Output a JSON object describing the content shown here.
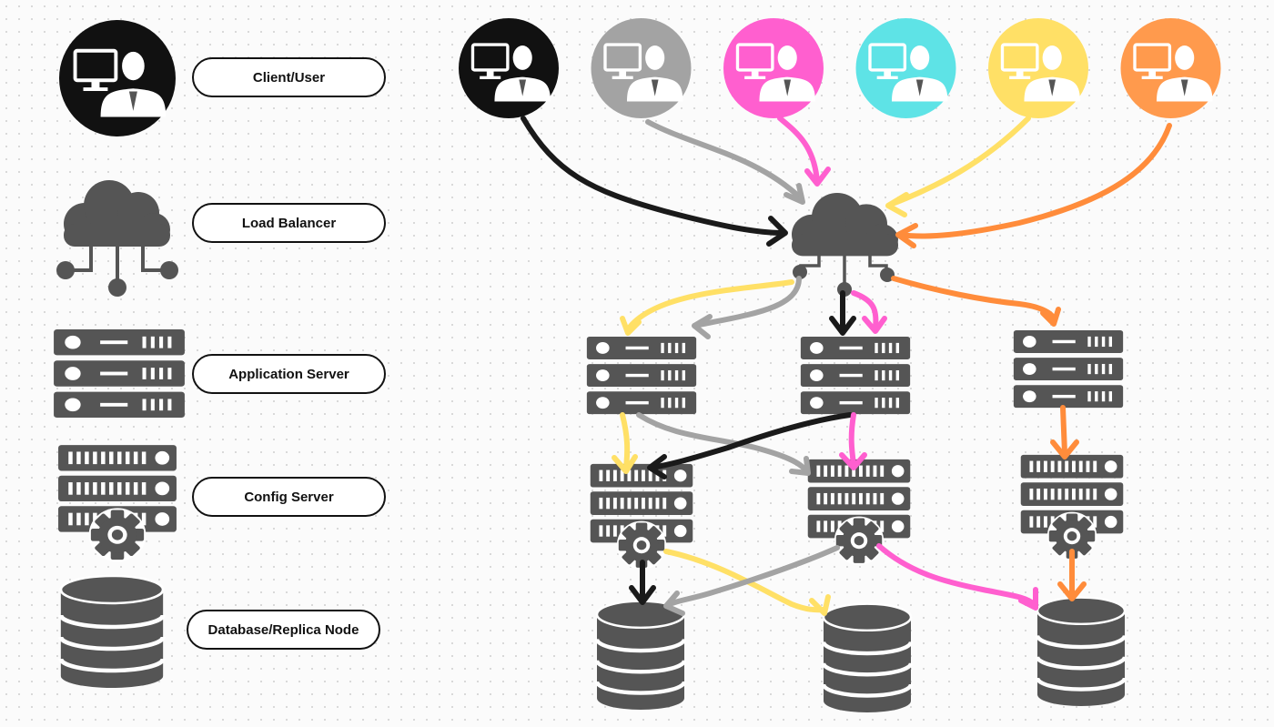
{
  "legend": [
    {
      "key": "client",
      "icon": "client-user-icon",
      "label": "Client/User"
    },
    {
      "key": "lb",
      "icon": "load-balancer-cloud-icon",
      "label": "Load Balancer"
    },
    {
      "key": "app",
      "icon": "application-server-icon",
      "label": "Application Server"
    },
    {
      "key": "config",
      "icon": "config-server-icon",
      "label": "Config Server"
    },
    {
      "key": "db",
      "icon": "database-icon",
      "label": "Database/Replica Node"
    }
  ],
  "clients": [
    {
      "color": "#111111"
    },
    {
      "color": "#a3a3a3"
    },
    {
      "color": "#ff5fcf"
    },
    {
      "color": "#5ee3e6"
    },
    {
      "color": "#ffe066"
    },
    {
      "color": "#ff9a4d"
    }
  ],
  "colors": {
    "icon": "#555555",
    "black": "#1a1a1a",
    "gray": "#a3a3a3",
    "pink": "#ff5fcf",
    "yellow": "#ffe066",
    "orange": "#ff8c3b"
  }
}
